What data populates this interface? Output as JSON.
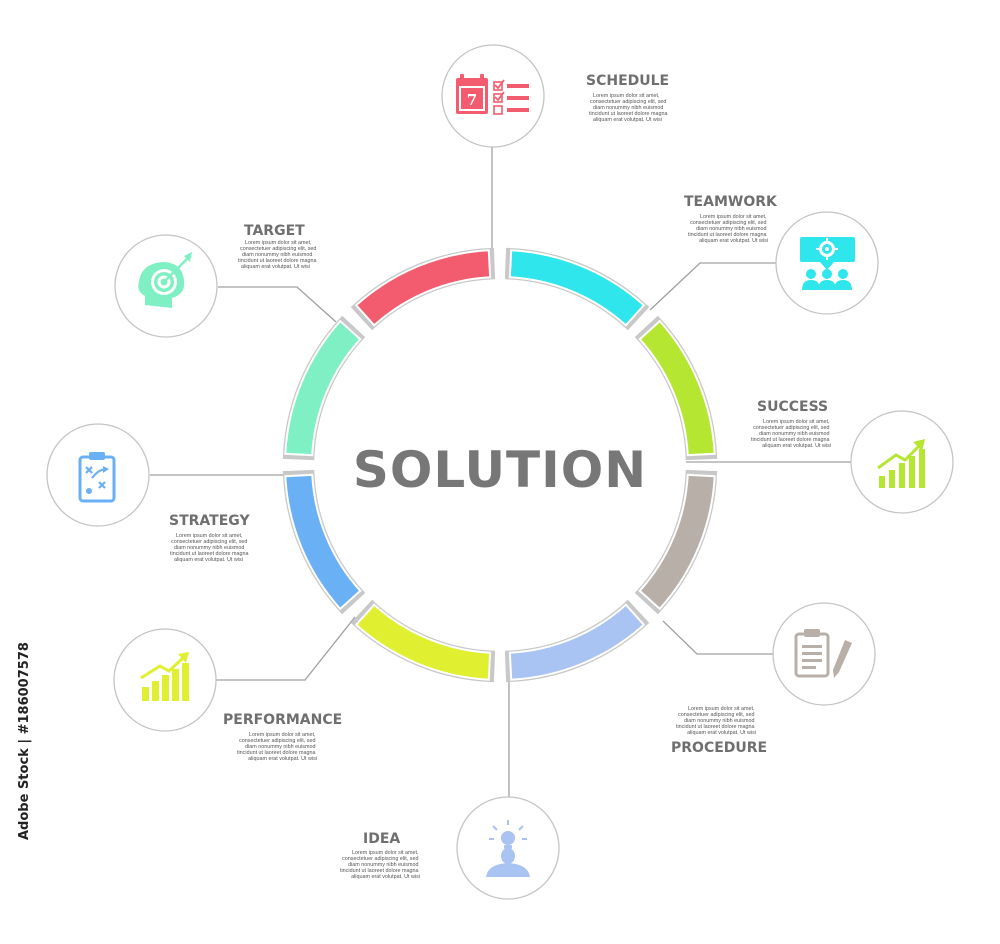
{
  "title": "SOLUTION",
  "colors": {
    "schedule": "#f25c6e",
    "teamwork": "#2ee6ec",
    "success": "#b4e632",
    "procedure": "#b8b0a8",
    "idea": "#a9c3f2",
    "performance": "#e0f030",
    "strategy": "#6ab0f5",
    "target": "#7ff0c4",
    "connector": "#a0a0a0",
    "title_text": "#777777",
    "label_text": "#6f6f6f"
  },
  "body_lines": [
    "Lorem ipsum dolor sit amet,",
    "consectetuer adipiscing elit, sed",
    "diam nonummy nibh euismod",
    "tincidunt ut laoreet dolore magna",
    "aliquam erat volutpat. Ut wisi"
  ],
  "items": [
    {
      "key": "schedule",
      "label": "SCHEDULE",
      "icon": "calendar-checklist-icon"
    },
    {
      "key": "teamwork",
      "label": "TEAMWORK",
      "icon": "team-meeting-icon"
    },
    {
      "key": "success",
      "label": "SUCCESS",
      "icon": "growth-chart-icon"
    },
    {
      "key": "procedure",
      "label": "PROCEDURE",
      "icon": "clipboard-pencil-icon"
    },
    {
      "key": "idea",
      "label": "IDEA",
      "icon": "person-lightbulb-icon"
    },
    {
      "key": "performance",
      "label": "PERFORMANCE",
      "icon": "performance-chart-icon"
    },
    {
      "key": "strategy",
      "label": "STRATEGY",
      "icon": "strategy-clipboard-icon"
    },
    {
      "key": "target",
      "label": "TARGET",
      "icon": "head-target-icon"
    }
  ],
  "watermark": "Adobe Stock | #186007578"
}
